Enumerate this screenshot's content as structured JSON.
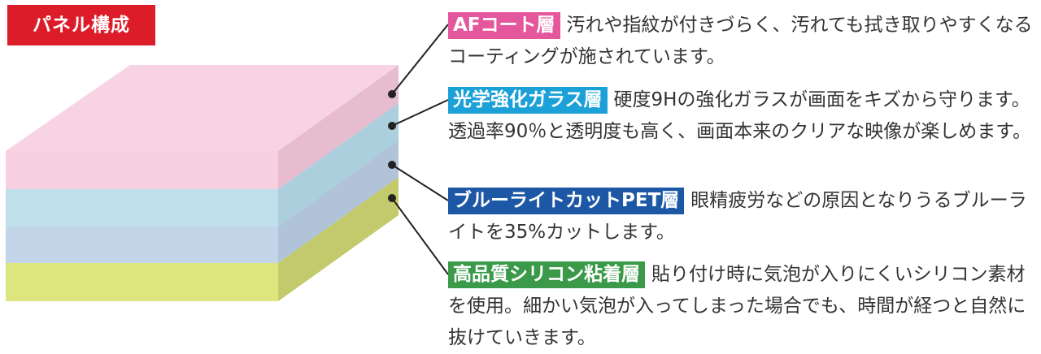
{
  "title": "パネル構成",
  "colors": {
    "title_bg": "#dd1c2a",
    "connector": "#222222"
  },
  "layers": [
    {
      "name": "AFコート層",
      "description": "汚れや指紋が付きづらく、汚れても拭き取りやすくなるコーティングが施されています。",
      "tag_color": "#e4579c",
      "top_color": "#f7d3e3",
      "front_color": "#f6cfe0",
      "side_color": "#e8bccf"
    },
    {
      "name": "光学強化ガラス層",
      "description": "硬度9Hの強化ガラスが画面をキズから守ります。透過率90％と透明度も高く、画面本来のクリアな映像が楽しめます。",
      "tag_color": "#1ca0d8",
      "front_color": "#bfe0ea",
      "side_color": "#abcfdc"
    },
    {
      "name": "ブルーライトカットPET層",
      "description": "眼精疲労などの原因となりうるブルーライトを35%カットします。",
      "tag_color": "#1d58a6",
      "front_color": "#c3d5e9",
      "side_color": "#b0c3d8"
    },
    {
      "name": "高品質シリコン粘着層",
      "description": "貼り付け時に気泡が入りにくいシリコン素材を使用。細かい気泡が入ってしまった場合でも、時間が経つと自然に抜けていきます。",
      "tag_color": "#3a9a4a",
      "front_color": "#dde57f",
      "side_color": "#c3ca6b"
    }
  ]
}
